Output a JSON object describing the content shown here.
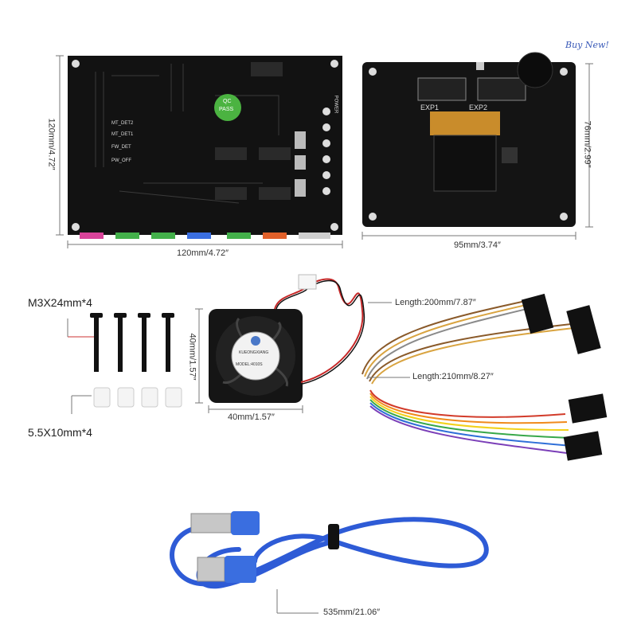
{
  "watermark": "Buy   New!",
  "mainboard": {
    "height_label": "120mm/4.72″",
    "width_label": "120mm/4.72″",
    "silk": {
      "qc": "QC",
      "pass": "PASS",
      "mt_det2": "MT_DET2",
      "mt_det1": "MT_DET1",
      "fw_det": "FW_DET",
      "pw_off": "PW_OFF",
      "power": "POWER"
    }
  },
  "display_board": {
    "height_label": "76mm/2.99″",
    "width_label": "95mm/3.74″",
    "exp1": "EXP1",
    "exp2": "EXP2"
  },
  "screws": {
    "label": "M3X24mm*4"
  },
  "spacers": {
    "label": "5.5X10mm*4"
  },
  "fan": {
    "height_label": "40mm/1.57″",
    "width_label": "40mm/1.57″",
    "model": "MODEL:4010S",
    "brand": "KUEONGXIANG"
  },
  "cable_short": {
    "label": "Length:200mm/7.87″"
  },
  "cable_long": {
    "label": "Length:210mm/8.27″"
  },
  "usb_cable": {
    "label": "535mm/21.06″"
  },
  "colors": {
    "pcb": "#111111",
    "usb_blue": "#2e5bd6",
    "ribbon": [
      "#7a4a1e",
      "#d23b2a",
      "#f08a1c",
      "#f2d21c",
      "#38a84a",
      "#2f6fd8",
      "#7b3fb8",
      "#8a8a8a",
      "#ffffff",
      "#111111"
    ],
    "fan_wire_red": "#c62828"
  }
}
